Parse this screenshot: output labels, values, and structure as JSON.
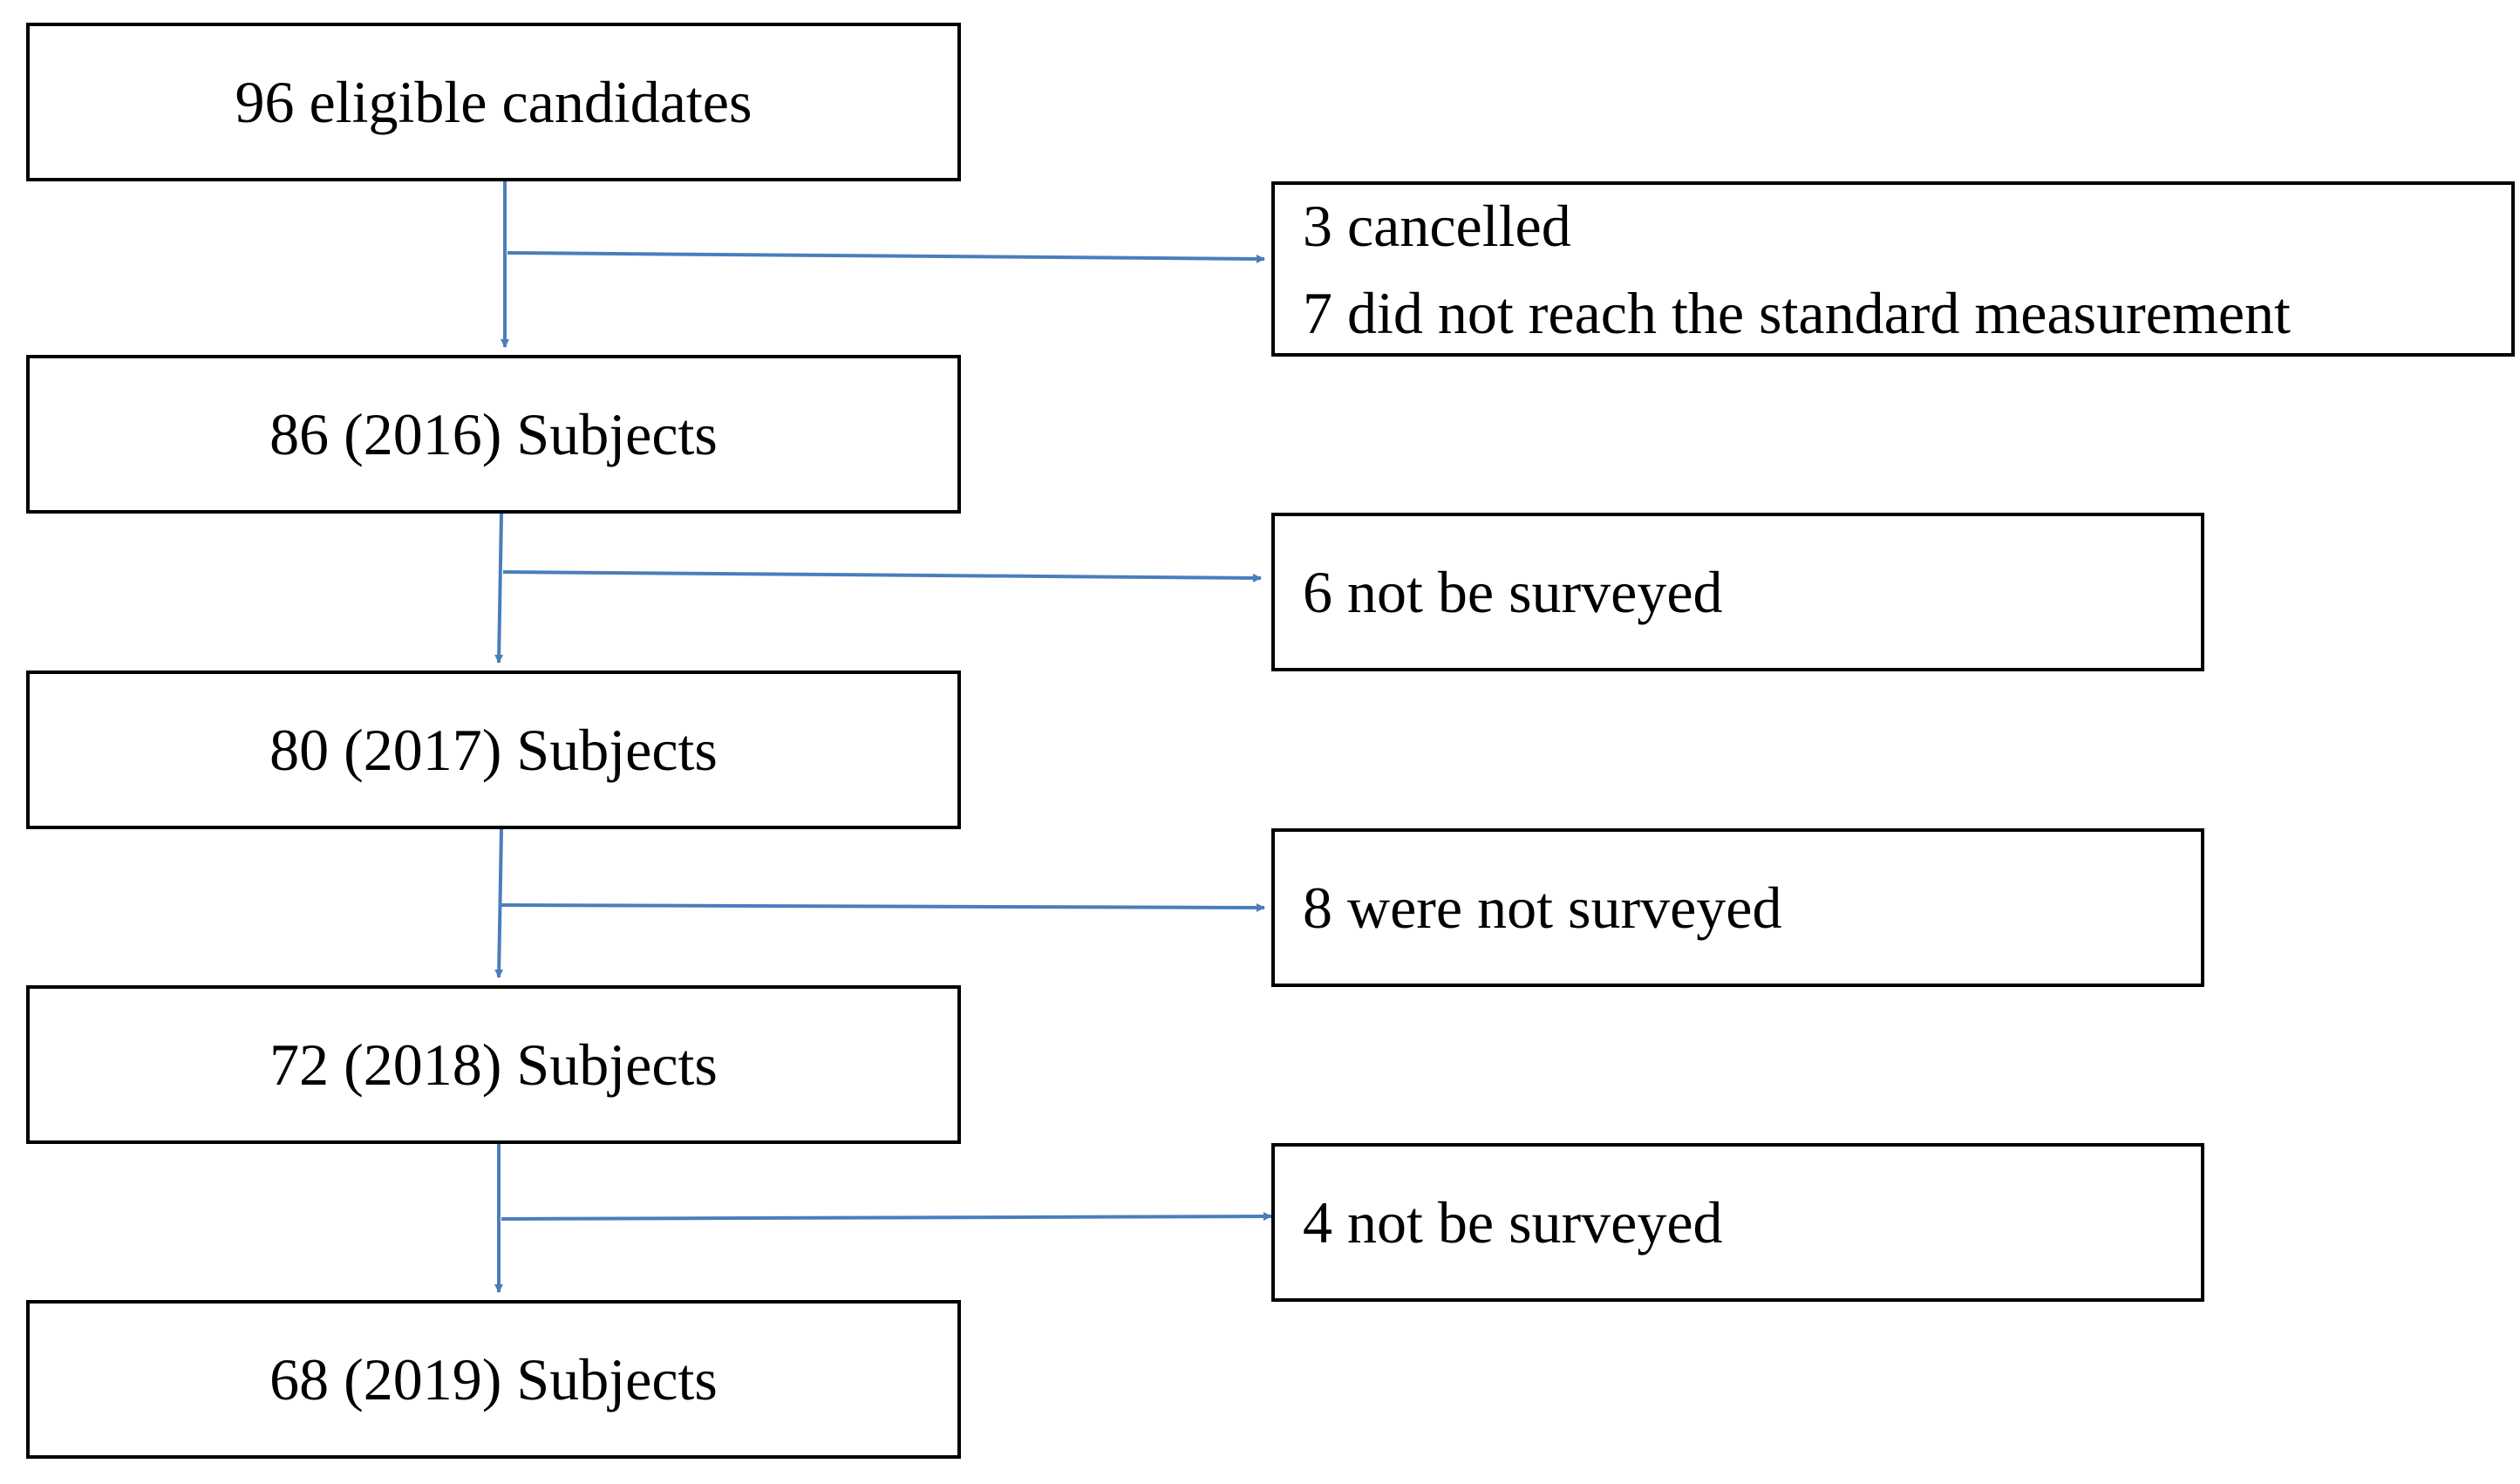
{
  "flow": {
    "main_steps": [
      {
        "label": "96 eligible candidates"
      },
      {
        "label": "86 (2016) Subjects"
      },
      {
        "label": "80 (2017) Subjects"
      },
      {
        "label": "72 (2018) Subjects"
      },
      {
        "label": "68 (2019) Subjects"
      }
    ],
    "exclusions": [
      {
        "lines": [
          "3 cancelled",
          "7 did not reach the standard measurement"
        ]
      },
      {
        "lines": [
          "6 not be surveyed"
        ]
      },
      {
        "lines": [
          "8 were not surveyed"
        ]
      },
      {
        "lines": [
          "4 not be surveyed"
        ]
      }
    ]
  },
  "colors": {
    "arrow": "#4a7ebb",
    "box_border": "#000000",
    "text": "#000000"
  }
}
